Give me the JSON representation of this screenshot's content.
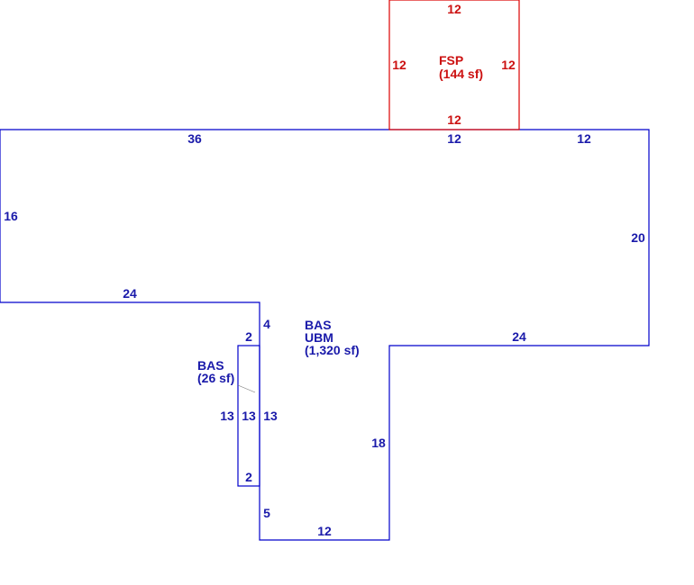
{
  "colors": {
    "main": "#0000cc",
    "porch": "#dd0000"
  },
  "porch": {
    "name": "FSP",
    "area": "(144 sf)",
    "top": "12",
    "left": "12",
    "right": "12",
    "bottom": "12"
  },
  "main": {
    "name1": "BAS",
    "name2": "UBM",
    "area": "(1,320 sf)",
    "dims": {
      "top_left": "36",
      "top_mid": "12",
      "top_right": "12",
      "left": "16",
      "right": "20",
      "lower_left": "24",
      "lower_right": "24",
      "notch_top": "4",
      "notch_side": "13",
      "notch_bottom": "5",
      "bottom": "12",
      "inner_right": "18"
    }
  },
  "addition": {
    "name": "BAS",
    "area": "(26 sf)",
    "top": "2",
    "left": "13",
    "right": "13",
    "bottom": "2"
  }
}
